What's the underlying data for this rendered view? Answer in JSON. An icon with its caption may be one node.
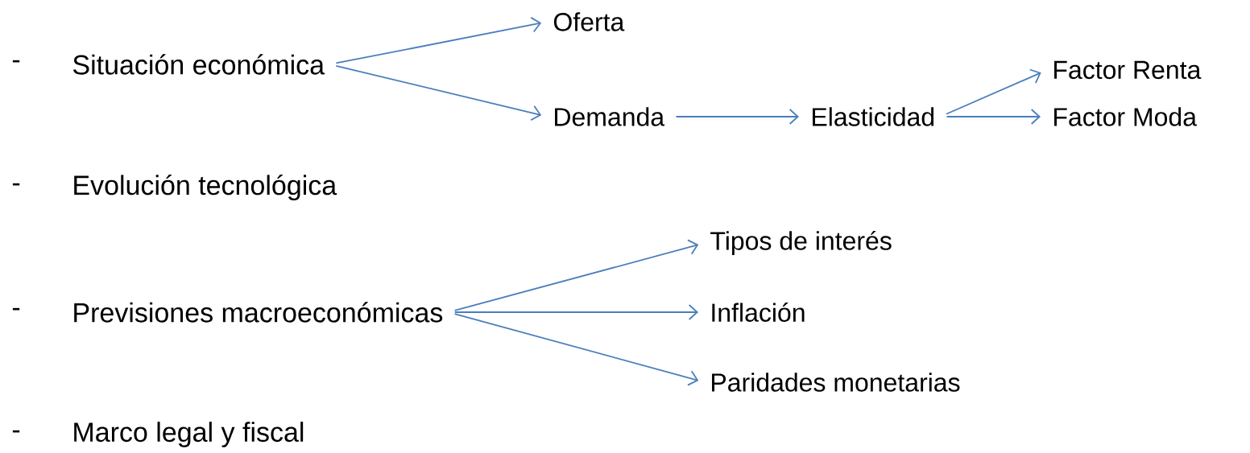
{
  "diagram": {
    "nodes": [
      {
        "text": [
          "Situación económica"
        ]
      },
      {
        "text": [
          "Oferta"
        ]
      },
      {
        "text": [
          "Demanda"
        ]
      },
      {
        "text": [
          "Elasticidad"
        ]
      },
      {
        "text": [
          "Factor Renta"
        ]
      },
      {
        "text": [
          "Factor Moda"
        ]
      },
      {
        "text": [
          "Evolución tecnológica"
        ]
      },
      {
        "text": [
          "Previsiones macroeconómicas"
        ]
      },
      {
        "text": [
          "Tipos de interés"
        ]
      },
      {
        "text": [
          "Inflación"
        ]
      },
      {
        "text": [
          "Paridades monetarias"
        ]
      },
      {
        "text": [
          "Marco legal y fiscal"
        ]
      }
    ],
    "edges": [
      {
        "from": 0,
        "to": 1,
        "arrow": "to"
      },
      {
        "from": 0,
        "to": 2,
        "arrow": "to"
      },
      {
        "from": 2,
        "to": 3,
        "arrow": "to"
      },
      {
        "from": 3,
        "to": 4,
        "arrow": "to"
      },
      {
        "from": 3,
        "to": 5,
        "arrow": "to"
      },
      {
        "from": 7,
        "to": 8,
        "arrow": "to"
      },
      {
        "from": 7,
        "to": 9,
        "arrow": "to"
      },
      {
        "from": 7,
        "to": 10,
        "arrow": "to"
      }
    ],
    "labels": [
      "-",
      "-",
      "-",
      "-"
    ]
  }
}
